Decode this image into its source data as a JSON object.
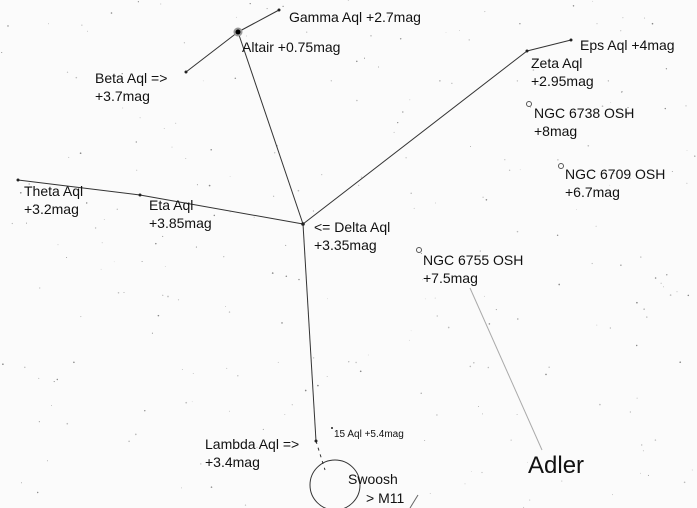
{
  "labels": {
    "gamma": "Gamma Aql +2.7mag",
    "altair": "Altair +0.75mag",
    "beta_1": "Beta Aql =>",
    "beta_2": "+3.7mag",
    "eps": "Eps Aql +4mag",
    "zeta_1": "Zeta Aql",
    "zeta_2": "+2.95mag",
    "ngc6738_1": "NGC 6738 OSH",
    "ngc6738_2": "+8mag",
    "ngc6709_1": "NGC 6709 OSH",
    "ngc6709_2": "+6.7mag",
    "theta_1": "Theta Aql",
    "theta_2": "+3.2mag",
    "eta_1": "Eta Aql",
    "eta_2": "+3.85mag",
    "delta_1": "<= Delta Aql",
    "delta_2": "+3.35mag",
    "ngc6755_1": "NGC 6755 OSH",
    "ngc6755_2": "+7.5mag",
    "aql15": "15 Aql +5.4mag",
    "lambda_1": "Lambda Aql =>",
    "lambda_2": "+3.4mag",
    "swoosh": "Swoosh",
    "m11": "> M11",
    "constellation": "Adler"
  }
}
